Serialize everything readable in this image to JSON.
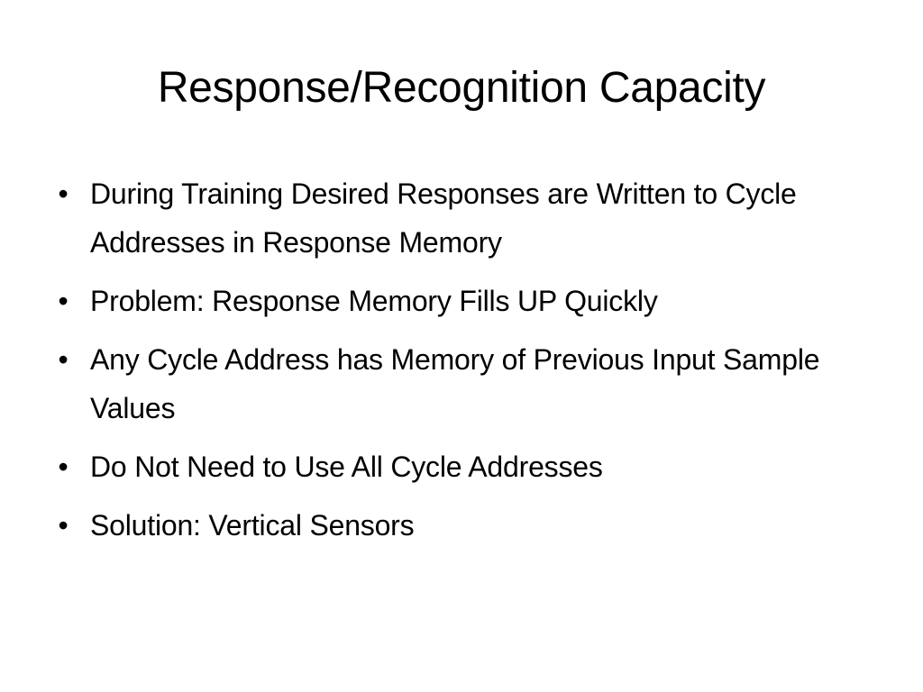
{
  "slide": {
    "title": "Response/Recognition Capacity",
    "bullet_glyph": "•",
    "bullets": [
      "During Training Desired Responses are Written to Cycle Addresses in Response Memory",
      "Problem: Response Memory Fills UP Quickly",
      "Any Cycle Address has Memory of Previous Input Sample Values",
      "Do Not Need to Use All Cycle Addresses",
      "Solution: Vertical Sensors"
    ]
  }
}
